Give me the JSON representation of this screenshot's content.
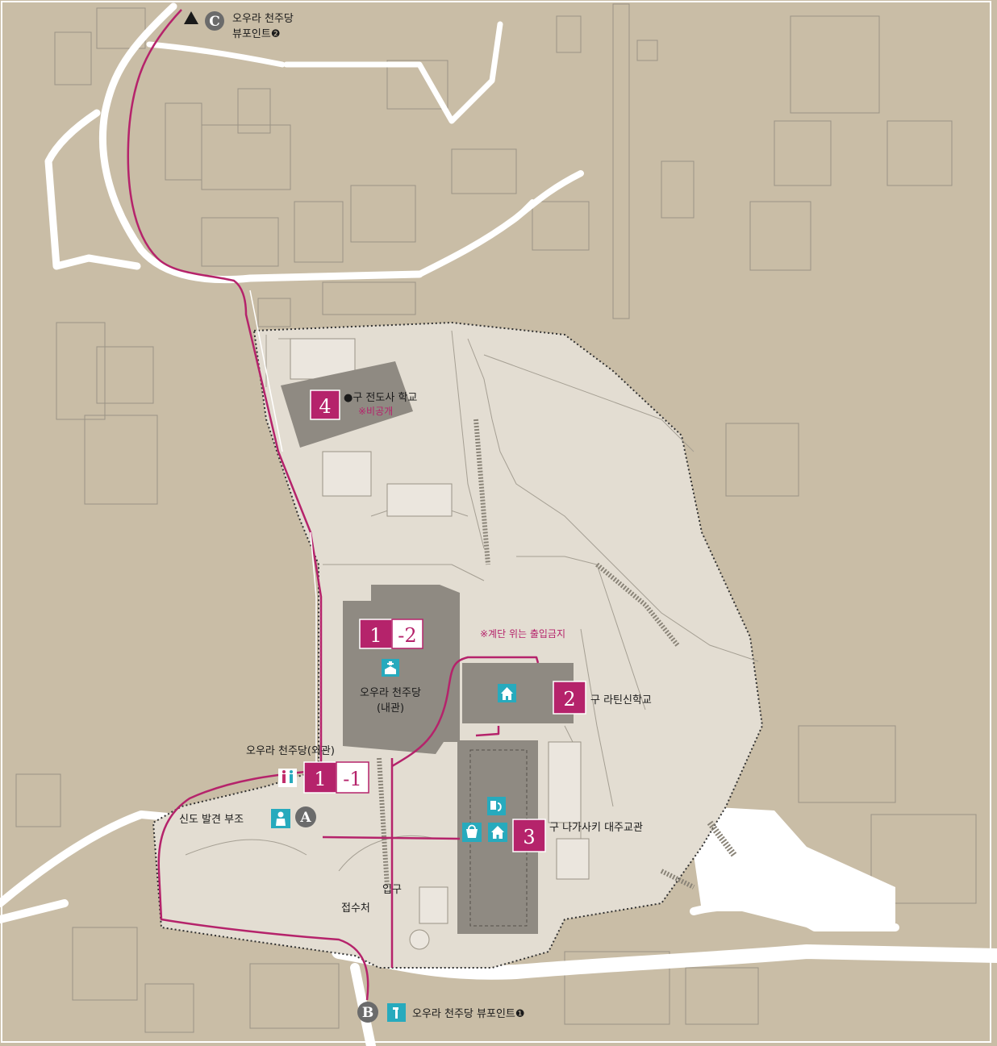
{
  "colors": {
    "terrain": "#c9bda6",
    "site": "#e3ddd2",
    "building": "#8f8a82",
    "accent": "#b5236b",
    "icon": "#27aabd",
    "marker": "#6b6b6b",
    "road": "#ffffff"
  },
  "viewpoint_c": {
    "letter": "C",
    "line1": "오우라 천주당",
    "line2": "뷰포인트❷"
  },
  "viewpoint_b": {
    "letter": "B",
    "label": "오우라 천주당 뷰포인트❶"
  },
  "spot_4": {
    "number": "4",
    "label": "●구 전도사 학교",
    "note": "※비공개"
  },
  "spot_1_2": {
    "number": "1",
    "suffix": "-2"
  },
  "church_interior": {
    "line1": "오우라 천주당",
    "line2": "(내관)"
  },
  "stairs_note": "※계단 위는 출입금지",
  "spot_2": {
    "number": "2",
    "label": "구 라틴신학교"
  },
  "church_exterior": "오우라 천주당(외관)",
  "spot_1_1": {
    "number": "1",
    "suffix": "-1"
  },
  "relief_a": {
    "letter": "A",
    "label": "신도 발견 부조"
  },
  "spot_3": {
    "number": "3",
    "label": "구 나가사키 대주교관"
  },
  "entrance": "입구",
  "reception": "접수처",
  "icons": [
    "church-icon",
    "house-icon",
    "restroom-icon",
    "statue-icon",
    "shop-icon",
    "audio-guide-icon",
    "viewpoint-icon",
    "triangle-marker-icon"
  ]
}
